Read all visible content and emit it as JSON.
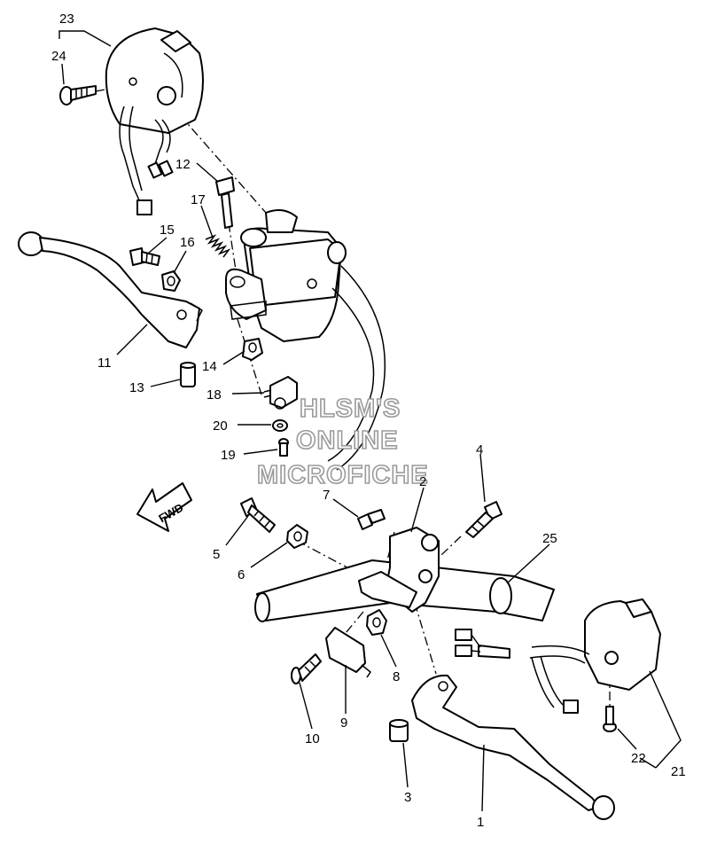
{
  "watermark": {
    "line1": "HLSM'S",
    "line2": "ONLINE",
    "line3": "MICROFICHE"
  },
  "direction_arrow": {
    "label": "FWD"
  },
  "callouts": [
    "1",
    "2",
    "3",
    "4",
    "5",
    "6",
    "7",
    "8",
    "9",
    "10",
    "11",
    "12",
    "13",
    "14",
    "15",
    "16",
    "17",
    "18",
    "19",
    "20",
    "21",
    "22",
    "23",
    "24",
    "25"
  ]
}
